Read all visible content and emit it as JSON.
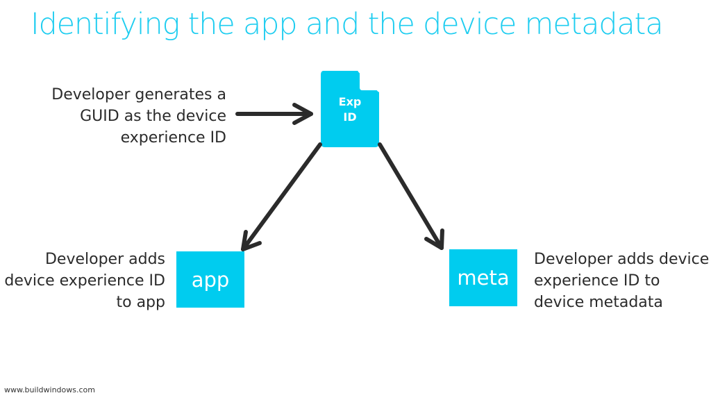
{
  "title": "Identifying the app and the device metadata",
  "doc_box": {
    "line1": "Exp",
    "line2": "ID"
  },
  "app_box": {
    "label": "app"
  },
  "meta_box": {
    "label": "meta"
  },
  "top_label": [
    "Developer generates a",
    "GUID as the device",
    "experience ID"
  ],
  "app_label": [
    "Developer adds",
    "device experience ID",
    "to app"
  ],
  "meta_label": [
    "Developer adds device",
    "experience ID to",
    "device metadata"
  ],
  "footer": "www.buildwindows.com",
  "colors": {
    "accent": "#00ccef",
    "title": "#1ecdf0",
    "arrow": "#2b2b2b",
    "text": "#2b2b2b"
  }
}
